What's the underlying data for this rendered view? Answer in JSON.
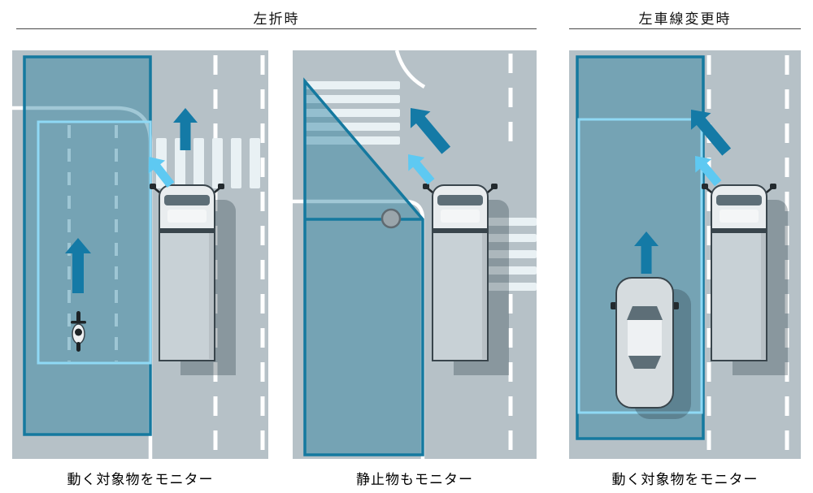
{
  "figure": {
    "sections": [
      {
        "title": "左折時"
      },
      {
        "title": "左車線変更時"
      }
    ],
    "panels": [
      {
        "id": "left-turn-moving-object",
        "caption": "動く対象物をモニター"
      },
      {
        "id": "left-turn-stationary-object",
        "caption": "静止物もモニター"
      },
      {
        "id": "lane-change-moving-object",
        "caption": "動く対象物をモニター"
      }
    ]
  },
  "icons": {
    "truck": "truck-top-view",
    "car": "car-top-view",
    "bicycle": "bicycle-rider-top-view",
    "stationary_object": "pole-circle",
    "moving_direction": "block-up-arrow",
    "monitor_direction": "diagonal-up-left-arrow"
  },
  "colors": {
    "road": "#b6c1c7",
    "zone_fill": "rgba(21,118,153,0.40)",
    "zone_border": "#15799f",
    "inner_border": "#8fd9f5",
    "arrow_dark": "#147aa6",
    "arrow_light": "#5ec9f2",
    "marking": "#ffffff",
    "crosswalk": "#e9f1f4",
    "shadow": "rgba(44,62,73,0.32)",
    "truck_body": "#c8d1d6",
    "truck_cab": "#e9edef",
    "car_body": "#d6dcdf",
    "glass": "#5d6e77",
    "outline": "#39454c",
    "pole": "#9aa5ab"
  }
}
